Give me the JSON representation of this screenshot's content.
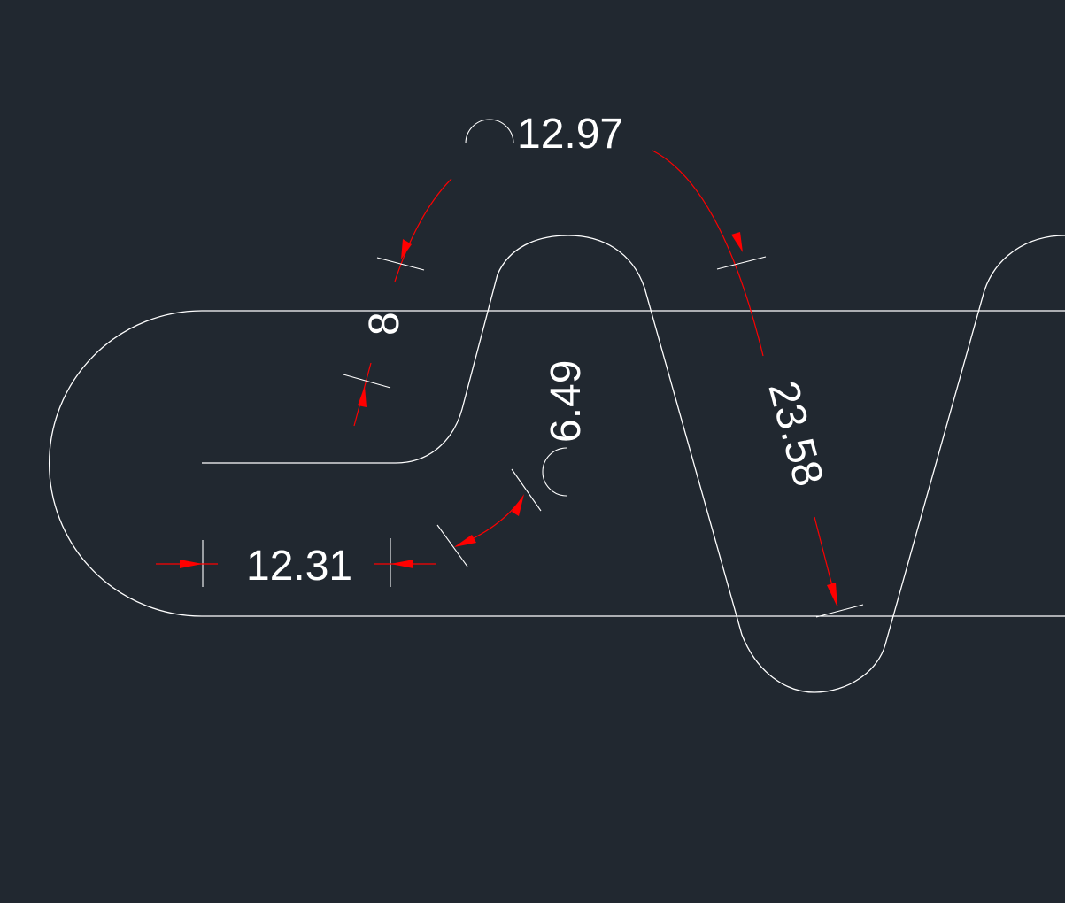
{
  "drawing": {
    "background_color": "#212830",
    "geometry_color": "#ffffff",
    "dimension_color": "#ff0000",
    "dimensions": {
      "arc_top": "12.97",
      "aligned_left": "8",
      "arc_inner_radius": "6.49",
      "aligned_right": "23.58",
      "linear_bottom": "12.31"
    }
  }
}
